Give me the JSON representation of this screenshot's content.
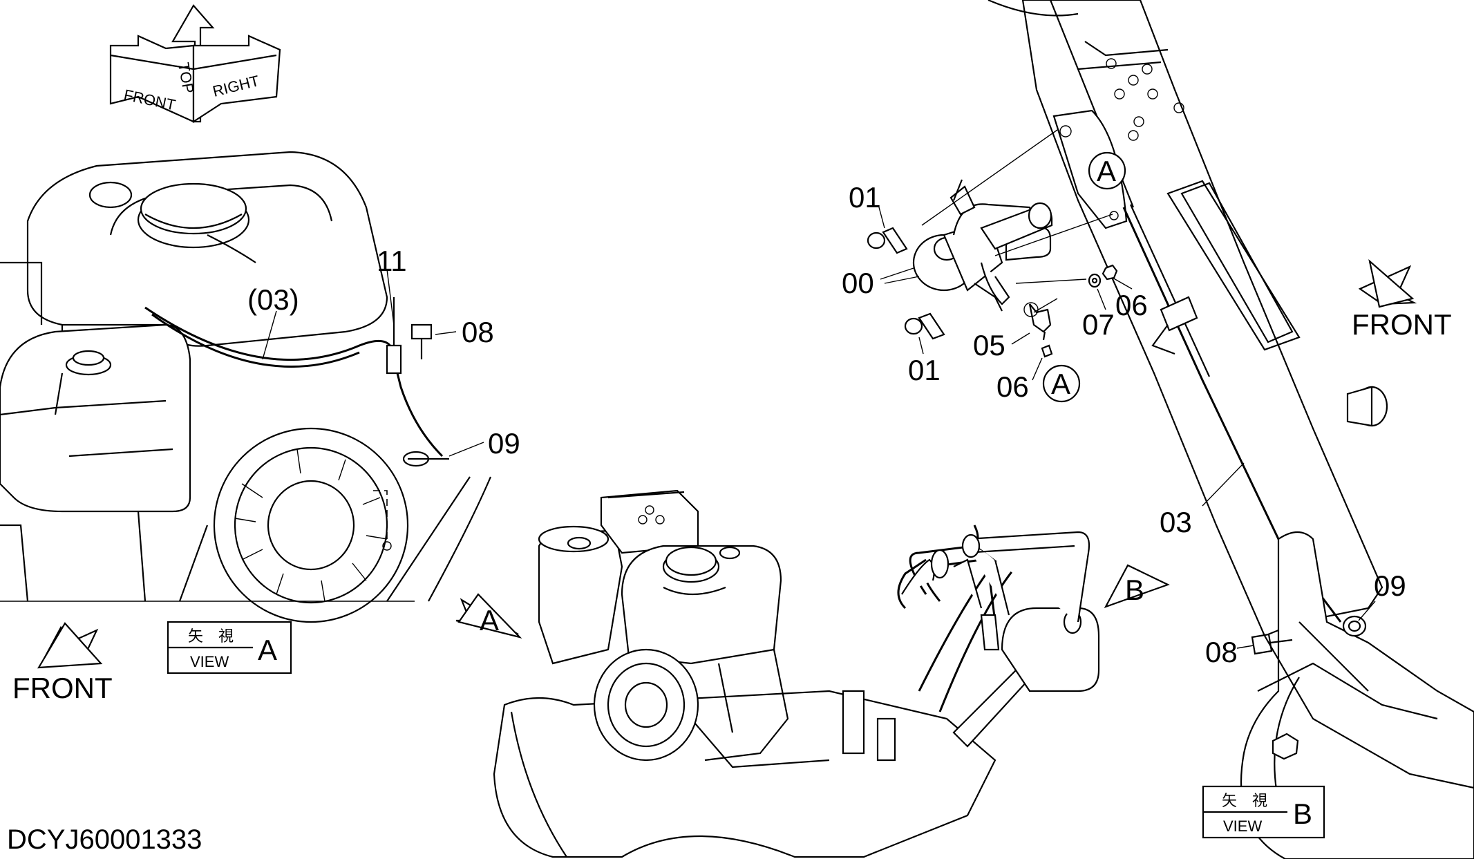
{
  "orientation_icon": {
    "front": "FRONT",
    "top": "TOP",
    "right": "RIGHT"
  },
  "view_a": {
    "callouts": {
      "part_11": "11",
      "part_03": "(03)",
      "part_08": "08",
      "part_09": "09"
    },
    "front_label": "FRONT",
    "view_box": {
      "kanji": "矢　視",
      "view": "VIEW",
      "letter": "A"
    }
  },
  "detail_top": {
    "callouts": {
      "part_01_top": "01",
      "part_00": "00",
      "part_01_bottom": "01",
      "part_05": "05",
      "part_06_lower": "06",
      "part_07": "07",
      "part_06_upper": "06",
      "part_03": "03",
      "part_09": "09",
      "part_08": "08"
    },
    "circle_a_upper": "A",
    "circle_a_lower": "A",
    "front_label": "FRONT"
  },
  "main_assembly": {
    "view_arrow_a": "A",
    "view_arrow_b": "B"
  },
  "view_b": {
    "view_box": {
      "kanji": "矢　視",
      "view": "VIEW",
      "letter": "B"
    }
  },
  "drawing_number": "DCYJ60001333"
}
